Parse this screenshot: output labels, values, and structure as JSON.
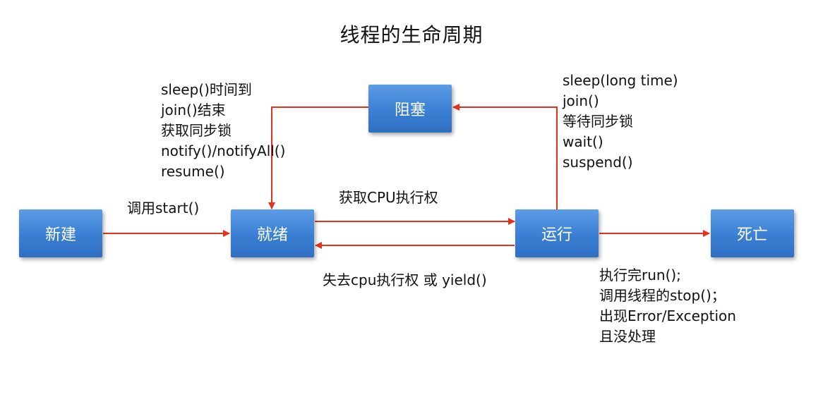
{
  "title": "线程的生命周期",
  "states": {
    "new": "新建",
    "runnable": "就绪",
    "blocked": "阻塞",
    "running": "运行",
    "dead": "死亡"
  },
  "transitions": {
    "new_to_runnable": "调用start()",
    "runnable_to_running": "获取CPU执行权",
    "running_to_runnable": "失去cpu执行权 或 yield()",
    "blocked_to_runnable": [
      "sleep()时间到",
      "join()结束",
      "获取同步锁",
      "notify()/notifyAll()",
      "resume()"
    ],
    "running_to_blocked": [
      "sleep(long time)",
      "join()",
      "等待同步锁",
      "wait()",
      "suspend()"
    ],
    "running_to_dead": [
      "执行完run();",
      "调用线程的stop()；",
      "出现Error/Exception",
      "且没处理"
    ]
  },
  "colors": {
    "node": "#3a7fd3",
    "arrow": "#e8311a"
  }
}
